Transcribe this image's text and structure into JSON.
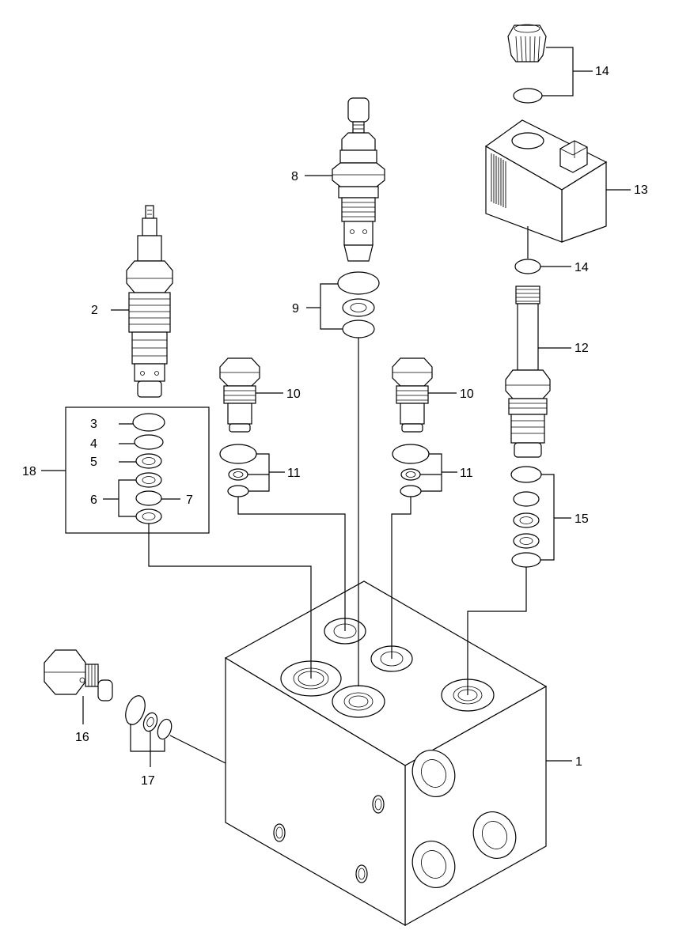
{
  "callouts": {
    "c1": "1",
    "c2": "2",
    "c3": "3",
    "c4": "4",
    "c5": "5",
    "c6": "6",
    "c7": "7",
    "c8": "8",
    "c9": "9",
    "c10a": "10",
    "c10b": "10",
    "c11a": "11",
    "c11b": "11",
    "c12": "12",
    "c13": "13",
    "c14a": "14",
    "c14b": "14",
    "c15": "15",
    "c16": "16",
    "c17": "17",
    "c18": "18"
  }
}
